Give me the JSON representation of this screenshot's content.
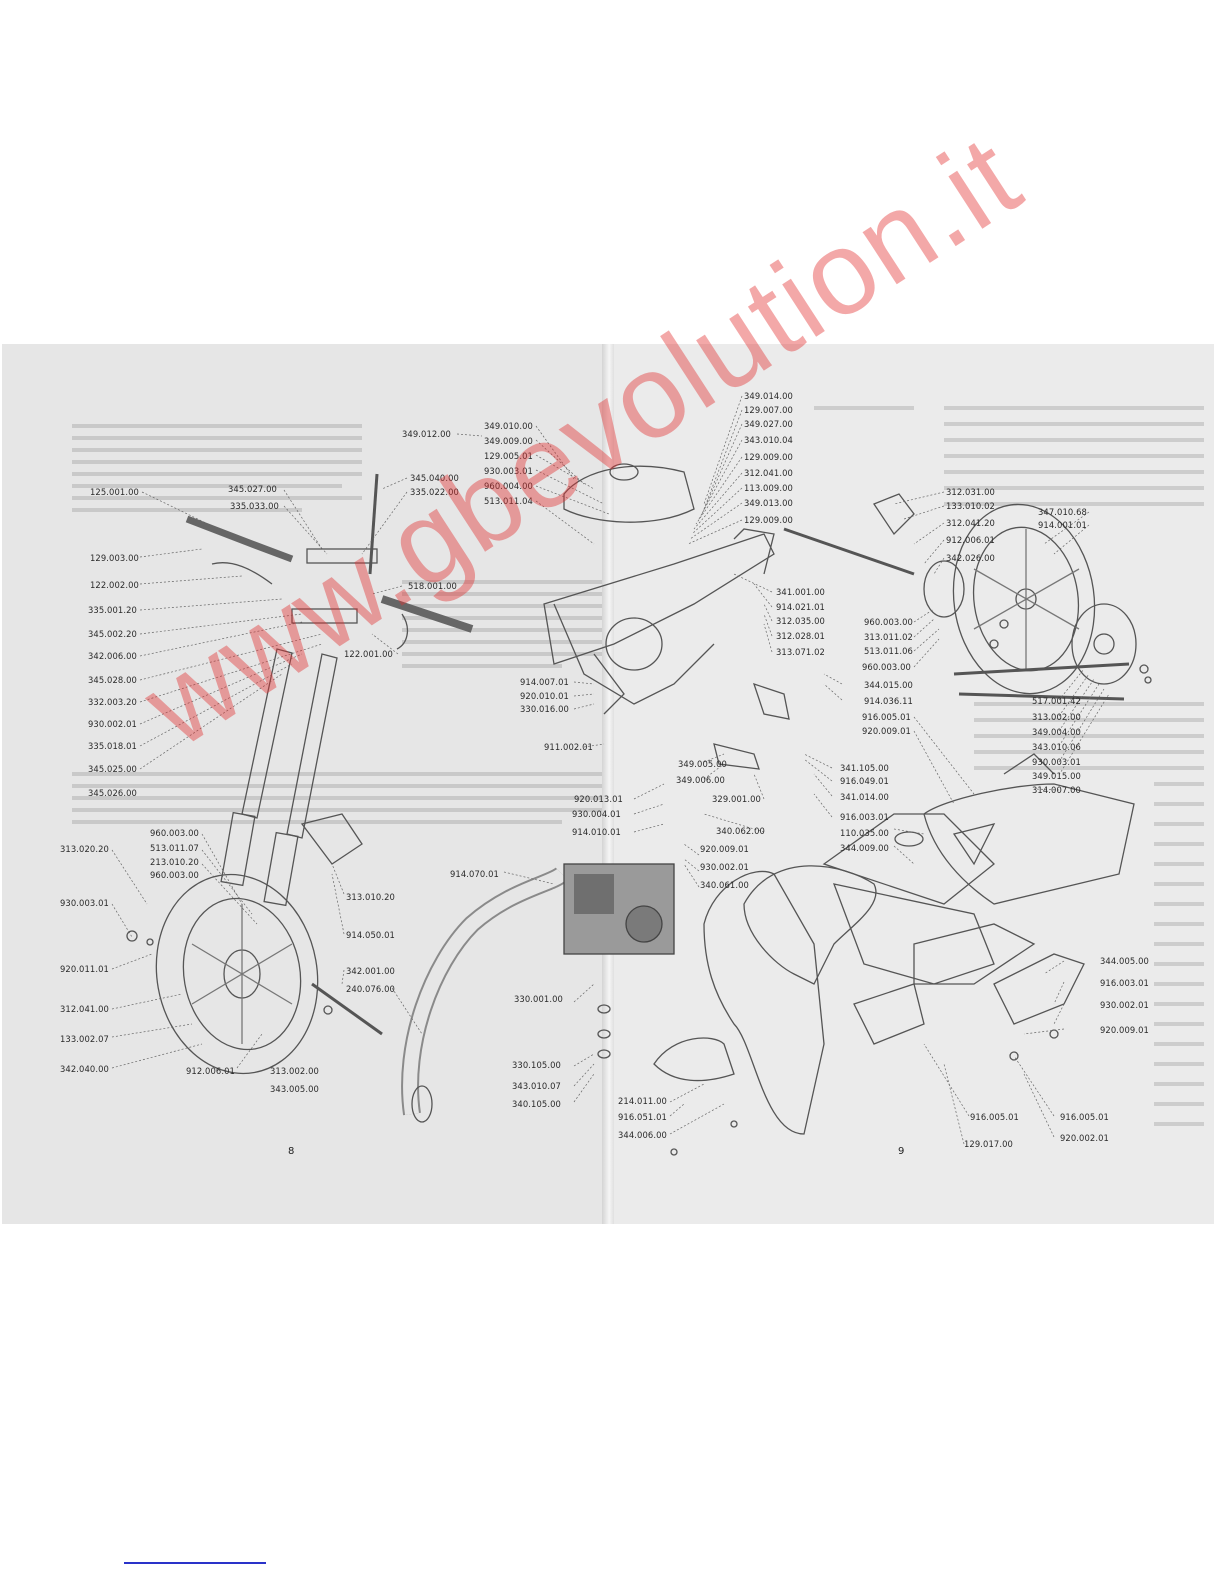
{
  "page_left": {
    "page_number": "8",
    "callouts": [
      "125.001.00",
      "129.003.00",
      "122.002.00",
      "335.001.20",
      "345.002.20",
      "342.006.00",
      "345.028.00",
      "332.003.20",
      "930.002.01",
      "335.018.01",
      "345.025.00",
      "345.026.00",
      "345.027.00",
      "335.033.00",
      "345.040.00",
      "335.022.00",
      "518.001.00",
      "122.001.00",
      "960.003.00",
      "313.020.20",
      "513.011.07",
      "213.010.20",
      "960.003.00",
      "930.003.01",
      "920.011.01",
      "312.041.00",
      "133.002.07",
      "342.040.00",
      "912.006.01",
      "313.002.00",
      "343.005.00",
      "313.010.20",
      "914.050.01",
      "342.001.00",
      "240.076.00",
      "349.012.00"
    ]
  },
  "page_right": {
    "page_number": "9",
    "callouts": [
      "349.010.00",
      "349.009.00",
      "129.005.01",
      "930.003.01",
      "960.004.00",
      "513.011.04",
      "349.014.00",
      "129.007.00",
      "349.027.00",
      "343.010.04",
      "129.009.00",
      "312.041.00",
      "113.009.00",
      "349.013.00",
      "129.009.00",
      "341.001.00",
      "914.021.01",
      "312.035.00",
      "312.028.01",
      "313.071.02",
      "914.007.01",
      "920.010.01",
      "330.016.00",
      "911.002.01",
      "920.013.01",
      "930.004.01",
      "914.010.01",
      "914.070.01",
      "349.005.00",
      "349.006.00",
      "329.001.00",
      "340.062.00",
      "920.009.01",
      "930.002.01",
      "340.061.00",
      "330.001.00",
      "330.105.00",
      "343.010.07",
      "340.105.00",
      "214.011.00",
      "916.051.01",
      "344.006.00",
      "312.031.00",
      "133.010.02",
      "312.041.20",
      "912.006.01",
      "342.026.00",
      "347.010.68",
      "914.001.01",
      "960.003.00",
      "313.011.02",
      "513.011.06",
      "960.003.00",
      "344.015.00",
      "914.036.11",
      "916.005.01",
      "920.009.01",
      "341.105.00",
      "916.049.01",
      "341.014.00",
      "916.003.01",
      "517.001.42",
      "313.002.00",
      "349.004.00",
      "343.010.06",
      "930.003.01",
      "349.015.00",
      "314.007.00",
      "110.035.00",
      "344.009.00",
      "344.005.00",
      "916.003.01",
      "930.002.01",
      "920.009.01",
      "916.005.01",
      "916.005.01",
      "129.017.00",
      "920.002.01"
    ]
  },
  "watermark": {
    "text": "www.gbevolution.it",
    "color": "#e23030"
  }
}
